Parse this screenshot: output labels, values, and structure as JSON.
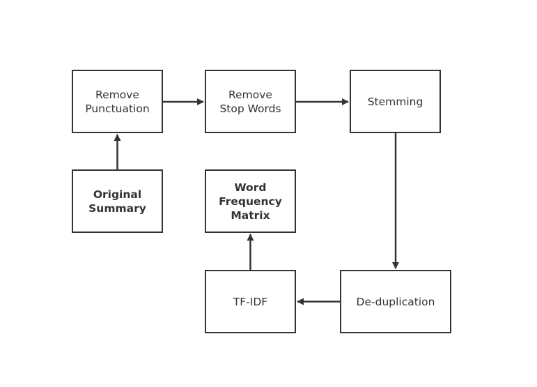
{
  "nodes": {
    "remove_punctuation": {
      "line1": "Remove",
      "line2": "Punctuation"
    },
    "remove_stop_words": {
      "line1": "Remove",
      "line2": "Stop Words"
    },
    "stemming": {
      "label": "Stemming"
    },
    "original_summary": {
      "line1": "Original",
      "line2": "Summary"
    },
    "word_frequency_matrix": {
      "line1": "Word",
      "line2": "Frequency",
      "line3": "Matrix"
    },
    "tf_idf": {
      "label": "TF-IDF"
    },
    "de_duplication": {
      "label": "De-duplication"
    }
  },
  "edges": [
    {
      "from": "Original Summary",
      "to": "Remove Punctuation"
    },
    {
      "from": "Remove Punctuation",
      "to": "Remove Stop Words"
    },
    {
      "from": "Remove Stop Words",
      "to": "Stemming"
    },
    {
      "from": "Stemming",
      "to": "De-duplication"
    },
    {
      "from": "De-duplication",
      "to": "TF-IDF"
    },
    {
      "from": "TF-IDF",
      "to": "Word Frequency Matrix"
    }
  ],
  "colors": {
    "stroke": "#333333",
    "background": "#ffffff"
  }
}
